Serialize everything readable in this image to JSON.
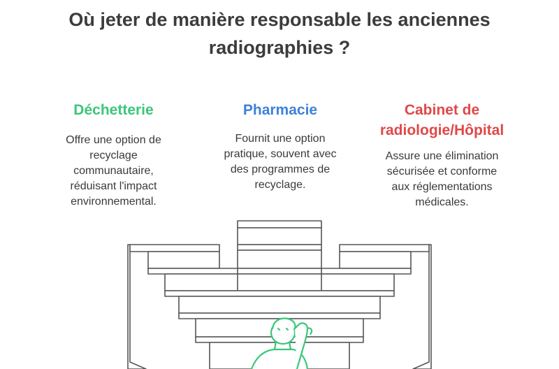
{
  "title_line1": "Où jeter de manière responsable les anciennes",
  "title_line2": "radiographies ?",
  "options": [
    {
      "title": [
        "Déchetterie"
      ],
      "description": [
        "Offre une option de",
        "recyclage",
        "communautaire,",
        "réduisant l'impact",
        "environnemental."
      ],
      "color": "#3cc67a"
    },
    {
      "title": [
        "Pharmacie"
      ],
      "description": [
        "Fournit une option",
        "pratique, souvent avec",
        "des programmes de",
        "recyclage."
      ],
      "color": "#3d82d9"
    },
    {
      "title": [
        "Cabinet de",
        "radiologie/Hôpital"
      ],
      "description": [
        "Assure une élimination",
        "sécurisée et conforme",
        "aux réglementations",
        "médicales."
      ],
      "color": "#e04848"
    }
  ],
  "illustration": {
    "description_icon": "three-staircases-with-person-icon",
    "line_color": "#555555",
    "person_color": "#3cc67a"
  }
}
